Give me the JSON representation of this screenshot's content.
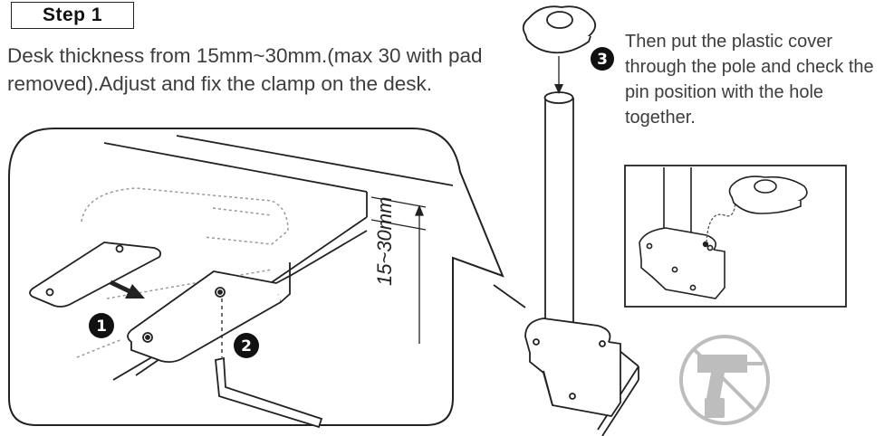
{
  "step_label": "Step 1",
  "instruction_main": "Desk thickness from 15mm~30mm.(max 30 with pad removed).Adjust and fix the clamp on the desk.",
  "instruction_cover": "Then put the plastic cover through the pole and check the pin position with the hole together.",
  "dimension_label": "15~30mm",
  "markers": {
    "one": "1",
    "two": "2",
    "three": "3"
  },
  "colors": {
    "line": "#222222",
    "text": "#3d3d3d",
    "dashed": "#9a9a9a",
    "no_drill_icon": "#bdbdbd"
  }
}
